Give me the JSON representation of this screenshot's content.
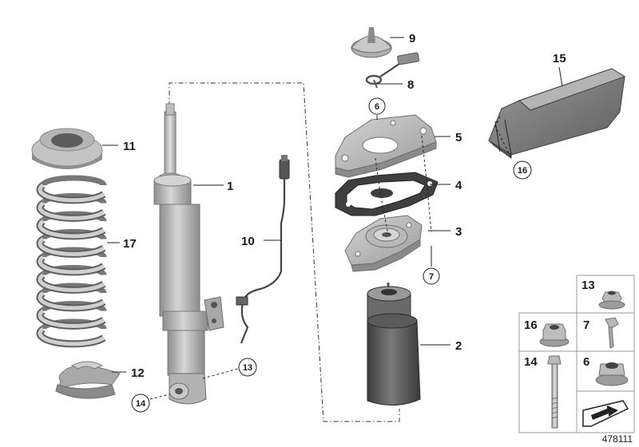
{
  "diagram_number": "478111",
  "callouts": {
    "c1": "1",
    "c2": "2",
    "c3": "3",
    "c4": "4",
    "c5": "5",
    "c6": "6",
    "c7": "7",
    "c8": "8",
    "c9": "9",
    "c10": "10",
    "c11": "11",
    "c12": "12",
    "c13": "13",
    "c14": "14",
    "c15": "15",
    "c16": "16",
    "c17": "17"
  },
  "parts_grid": {
    "cells": [
      "13",
      "16",
      "7",
      "14",
      "6"
    ]
  },
  "colors": {
    "part_light": "#c9c9c9",
    "part_mid": "#a7a7a7",
    "part_dark": "#7b7b7b",
    "boot_dark": "#4d4d4d",
    "line": "#222222"
  }
}
